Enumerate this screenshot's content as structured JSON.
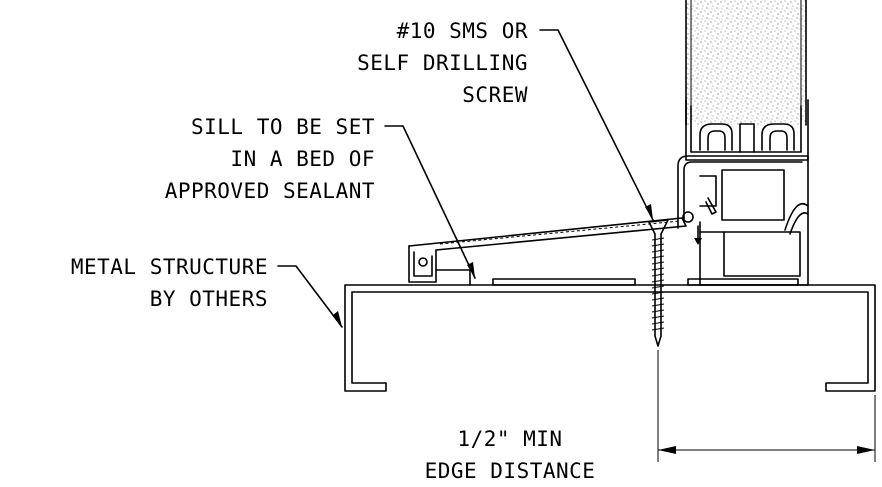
{
  "labels": {
    "screw": [
      "#10 SMS OR",
      "SELF DRILLING",
      "SCREW"
    ],
    "sill": [
      "SILL TO BE SET",
      "IN A BED OF",
      "APPROVED SEALANT"
    ],
    "structure": [
      "METAL STRUCTURE",
      "BY OTHERS"
    ],
    "edge": [
      "1/2\" MIN",
      "EDGE DISTANCE"
    ]
  }
}
